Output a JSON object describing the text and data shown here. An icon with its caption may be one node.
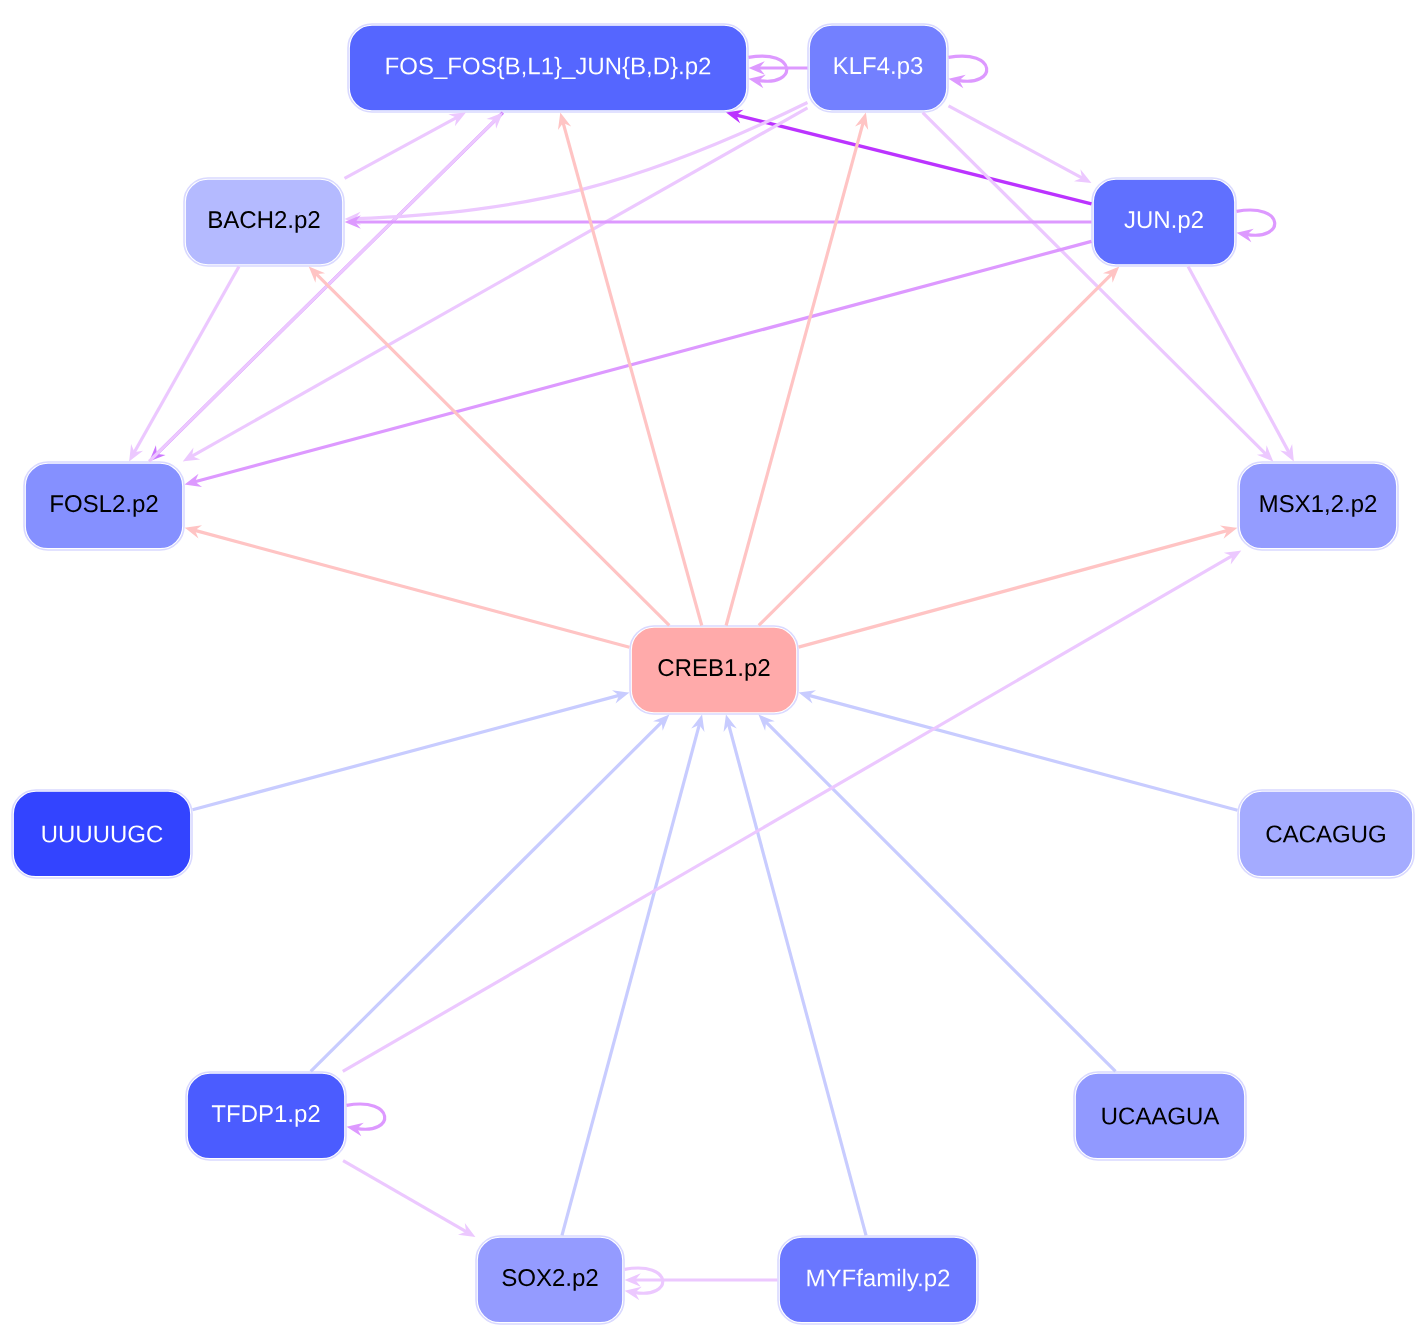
{
  "diagram": {
    "nodes": [
      {
        "text": [
          "FOS_FOS{B,L1}_JUN{B,D}.p2"
        ]
      },
      {
        "text": [
          "KLF4.p3"
        ]
      },
      {
        "text": [
          "BACH2.p2"
        ]
      },
      {
        "text": [
          "JUN.p2"
        ]
      },
      {
        "text": [
          "FOSL2.p2"
        ]
      },
      {
        "text": [
          "MSX1,2.p2"
        ]
      },
      {
        "text": [
          "CREB1.p2"
        ]
      },
      {
        "text": [
          "UUUUUGC"
        ]
      },
      {
        "text": [
          "CACAGUG"
        ]
      },
      {
        "text": [
          "TFDP1.p2"
        ]
      },
      {
        "text": [
          "UCAAGUA"
        ]
      },
      {
        "text": [
          "SOX2.p2"
        ]
      },
      {
        "text": [
          "MYFfamily.p2"
        ]
      }
    ],
    "edges": [
      {
        "from": 0,
        "to": 0,
        "arrow": "to",
        "color": "#dd99ff"
      },
      {
        "from": 1,
        "to": 0,
        "arrow": "to",
        "color": "#dd99ff"
      },
      {
        "from": 1,
        "to": 1,
        "arrow": "to",
        "color": "#dd99ff"
      },
      {
        "from": 3,
        "to": 3,
        "arrow": "to",
        "color": "#dd99ff"
      },
      {
        "from": 3,
        "to": 0,
        "arrow": "to",
        "color": "#bb33ff"
      },
      {
        "from": 2,
        "to": 0,
        "arrow": "to",
        "color": "#ecc8ff"
      },
      {
        "from": 0,
        "to": 4,
        "arrow": "to",
        "color": "#cc77ff"
      },
      {
        "from": 4,
        "to": 0,
        "arrow": "to",
        "color": "#ecc8ff"
      },
      {
        "from": 1,
        "to": 2,
        "arrow": "to",
        "color": "#ecc8ff"
      },
      {
        "from": 1,
        "to": 4,
        "arrow": "to",
        "color": "#ecc8ff"
      },
      {
        "from": 1,
        "to": 3,
        "arrow": "to",
        "color": "#ecc8ff"
      },
      {
        "from": 1,
        "to": 5,
        "arrow": "to",
        "color": "#ecc8ff"
      },
      {
        "from": 3,
        "to": 2,
        "arrow": "to",
        "color": "#dd99ff"
      },
      {
        "from": 3,
        "to": 4,
        "arrow": "to",
        "color": "#dd99ff"
      },
      {
        "from": 3,
        "to": 5,
        "arrow": "to",
        "color": "#ecc8ff"
      },
      {
        "from": 2,
        "to": 4,
        "arrow": "to",
        "color": "#ecc8ff"
      },
      {
        "from": 6,
        "to": 0,
        "arrow": "to",
        "color": "#ffc4c4"
      },
      {
        "from": 6,
        "to": 1,
        "arrow": "to",
        "color": "#ffc4c4"
      },
      {
        "from": 6,
        "to": 2,
        "arrow": "to",
        "color": "#ffc4c4"
      },
      {
        "from": 6,
        "to": 3,
        "arrow": "to",
        "color": "#ffc4c4"
      },
      {
        "from": 6,
        "to": 4,
        "arrow": "to",
        "color": "#ffc4c4"
      },
      {
        "from": 6,
        "to": 5,
        "arrow": "to",
        "color": "#ffc4c4"
      },
      {
        "from": 7,
        "to": 6,
        "arrow": "to",
        "color": "#c8ccff"
      },
      {
        "from": 8,
        "to": 6,
        "arrow": "to",
        "color": "#c8ccff"
      },
      {
        "from": 9,
        "to": 6,
        "arrow": "to",
        "color": "#c8ccff"
      },
      {
        "from": 10,
        "to": 6,
        "arrow": "to",
        "color": "#c8ccff"
      },
      {
        "from": 11,
        "to": 6,
        "arrow": "to",
        "color": "#c8ccff"
      },
      {
        "from": 12,
        "to": 6,
        "arrow": "to",
        "color": "#c8ccff"
      },
      {
        "from": 9,
        "to": 5,
        "arrow": "to",
        "color": "#ecc8ff"
      },
      {
        "from": 9,
        "to": 9,
        "arrow": "to",
        "color": "#dd99ff"
      },
      {
        "from": 9,
        "to": 11,
        "arrow": "to",
        "color": "#ecc8ff"
      },
      {
        "from": 11,
        "to": 11,
        "arrow": "to",
        "color": "#ecc8ff"
      },
      {
        "from": 12,
        "to": 11,
        "arrow": "to",
        "color": "#ecc8ff"
      }
    ]
  }
}
